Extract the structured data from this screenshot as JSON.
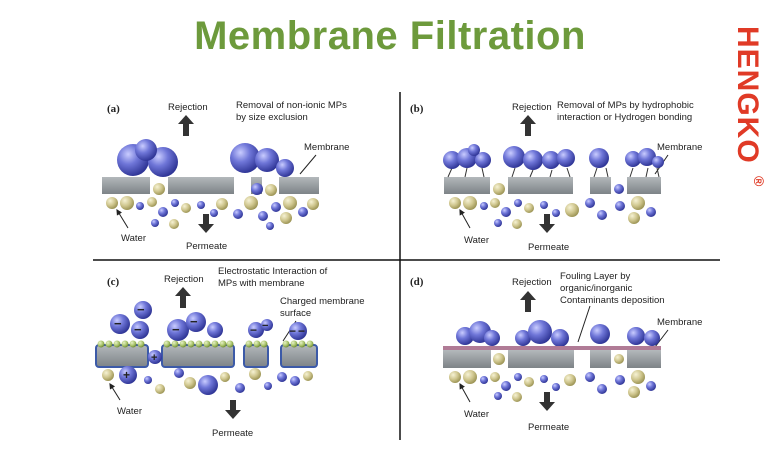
{
  "title": "Membrane Filtration",
  "brand": {
    "name": "HENGKO",
    "mark": "®",
    "color": "#e03a26"
  },
  "colors": {
    "title": "#6d9a3c",
    "membrane": "#8f9598",
    "particle_blue": "#4d56c4",
    "particle_tan": "#c9c089",
    "fouling_layer": "#b07b96"
  },
  "panels": [
    {
      "id": "a",
      "letter": "(a)",
      "rejection": "Rejection",
      "description": [
        "Removal of non-ionic MPs",
        "by size exclusion"
      ],
      "membrane_label": "Membrane",
      "water_label": "Water",
      "permeate_label": "Permeate"
    },
    {
      "id": "b",
      "letter": "(b)",
      "rejection": "Rejection",
      "description": [
        "Removal of MPs by hydrophobic",
        "interaction or Hydrogen bonding"
      ],
      "membrane_label": "Membrane",
      "water_label": "Water",
      "permeate_label": "Permeate"
    },
    {
      "id": "c",
      "letter": "(c)",
      "rejection": "Rejection",
      "description": [
        "Electrostatic Interaction of",
        "MPs with membrane"
      ],
      "membrane_label": "Charged membrane",
      "membrane_label_2": "surface",
      "water_label": "Water",
      "permeate_label": "Permeate",
      "charge_minus": "−",
      "charge_plus": "+"
    },
    {
      "id": "d",
      "letter": "(d)",
      "rejection": "Rejection",
      "description": [
        "Fouling Layer by",
        "organic/inorganic",
        "Contaminants deposition"
      ],
      "membrane_label": "Membrane",
      "water_label": "Water",
      "permeate_label": "Permeate"
    }
  ]
}
